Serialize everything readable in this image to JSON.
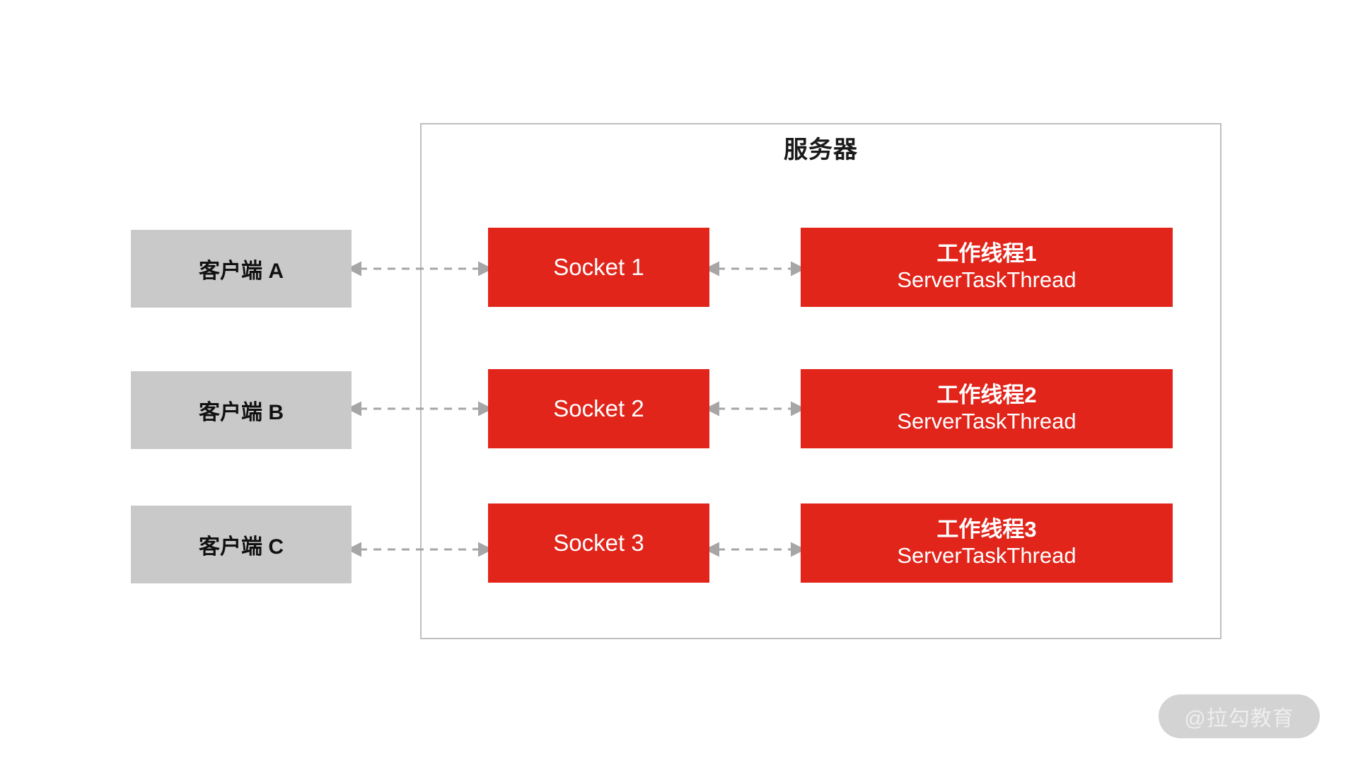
{
  "diagram": {
    "title": "服务器",
    "colors": {
      "client_fill": "#c9c9c9",
      "node_fill": "#e1251b",
      "node_text": "#ffffff",
      "border": "#bfbfbf",
      "connector": "#a6a6a6"
    },
    "server": {
      "label": "服务器"
    },
    "rows": [
      {
        "client": "客户端 A",
        "socket": "Socket 1",
        "worker_line_1": "工作线程1",
        "worker_line_2": "ServerTaskThread"
      },
      {
        "client": "客户端 B",
        "socket": "Socket 2",
        "worker_line_1": "工作线程2",
        "worker_line_2": "ServerTaskThread"
      },
      {
        "client": "客户端 C",
        "socket": "Socket 3",
        "worker_line_1": "工作线程3",
        "worker_line_2": "ServerTaskThread"
      }
    ],
    "watermark": "@拉勾教育"
  }
}
